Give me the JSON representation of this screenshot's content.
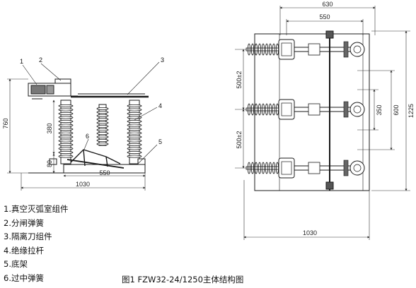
{
  "caption": "图1 FZW32-24/1250主体结构图",
  "legend": [
    "1.真空灭弧室组件",
    "2.分闸弹簧",
    "3.隔离刀组件",
    "4.绝缘拉杆",
    "5.底架",
    "6.过中弹簧"
  ],
  "side_view": {
    "callouts": [
      "1",
      "2",
      "3",
      "4",
      "5",
      "6"
    ],
    "dim_height_total": "760",
    "dim_height_mid": "380",
    "dim_height_low": "80",
    "dim_width_inner": "550",
    "dim_width_total": "1030"
  },
  "top_view": {
    "dim_top_outer": "630",
    "dim_top_inner": "550",
    "dim_pitch_upper": "500±2",
    "dim_pitch_lower": "500±2",
    "dim_350": "350",
    "dim_600": "600",
    "dim_1225": "1225",
    "dim_bottom": "1030"
  },
  "colors": {
    "line": "#1a1a1a",
    "hatch": "#444444",
    "dim": "#333333"
  }
}
